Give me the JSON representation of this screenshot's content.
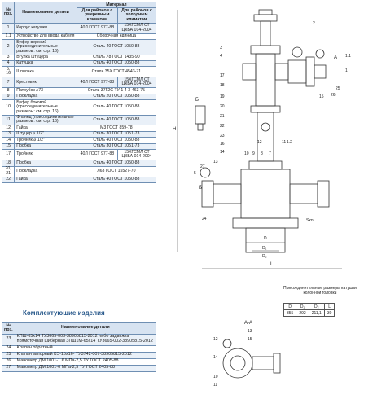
{
  "parts_table": {
    "headers": {
      "num": "№ поз.",
      "name": "Наименование детали",
      "material": "Материал",
      "temperate": "Для районов с умеренным климатом",
      "cold": "Для районов с холодным климатом"
    },
    "rows": [
      {
        "num": "1",
        "name": "Корпус катушки",
        "temperate": "40Л ГОСТ 977-88",
        "cold": "15ХГСМЛ СТ ЦКБА 014-2004",
        "span": false
      },
      {
        "num": "1.1",
        "name": "Устройство для ввода кабеля",
        "material": "Сборочная единица",
        "span": true
      },
      {
        "num": "2",
        "name": "Буфер верхний (присоединительные размеры: см. стр. 16)",
        "material": "Сталь 40 ГОСТ 1050-88",
        "span": true
      },
      {
        "num": "3",
        "name": "Втулка штуцера",
        "material": "Сталь У8 ГОСТ 1435-90",
        "span": true
      },
      {
        "num": "4",
        "name": "Катушка",
        "material": "Сталь 40 ГОСТ 1050-88",
        "span": true
      },
      {
        "num": "5, 16",
        "name": "Шпилька",
        "material": "Сталь 35Х ГОСТ 4543-71",
        "span": true
      },
      {
        "num": "7",
        "name": "Крестовик",
        "temperate": "40Л ГОСТ 977-88",
        "cold": "15ХГСМЛ СТ ЦКБА 014-2004",
        "span": false
      },
      {
        "num": "8",
        "name": "Патрубок ⌀73",
        "material": "Сталь 37Г2С ТУ 1 4-3-463-75",
        "span": true
      },
      {
        "num": "9",
        "name": "Прокладка",
        "material": "Сталь 20 ГОСТ 1050-88",
        "span": true
      },
      {
        "num": "10",
        "name": "Буфер боковой (присоединительные размеры: см. стр. 16)",
        "material": "Сталь 40 ГОСТ 1050-88",
        "span": true
      },
      {
        "num": "11",
        "name": "Фланец (присоединительные размеры: см. стр. 16)",
        "material": "Сталь 40 ГОСТ 1050-88",
        "span": true
      },
      {
        "num": "12",
        "name": "Гайка",
        "material": "М3 ГОСТ 859-78",
        "span": true
      },
      {
        "num": "13",
        "name": "Штуцер ⌀ 1/2\"",
        "material": "Сталь 30 ГОСТ 1051-73",
        "span": true
      },
      {
        "num": "14",
        "name": "Тройник ⌀ 1/2\"",
        "material": "Сталь 40 ГОСТ 1050-88",
        "span": true
      },
      {
        "num": "15",
        "name": "Пробка",
        "material": "Сталь 30 ГОСТ 1051-73",
        "span": true
      },
      {
        "num": "17",
        "name": "Тройник",
        "temperate": "40Л ГОСТ 977-88",
        "cold": "15ХГСМЛ СТ ЦКБА 014-2004",
        "span": false
      },
      {
        "num": "18",
        "name": "Пробка",
        "material": "Сталь 40 ГОСТ 1050-88",
        "span": true
      },
      {
        "num": "20, 21",
        "name": "Прокладка",
        "material": "Л63 ГОСТ 15527-70",
        "span": true
      },
      {
        "num": "22",
        "name": "Гайка",
        "material": "Сталь 40 ГОСТ 1050-88",
        "span": true
      }
    ]
  },
  "kit": {
    "title": "Комплектующие изделия",
    "headers": {
      "num": "№ поз.",
      "name": "Наименование детали"
    },
    "rows": [
      {
        "num": "23",
        "name": "КПШ-65х14 ТУ3665-003-38905815-2012 либо задвижка прямоточная шиберная ЗПШ1М-65х14 ТУ3665-002-38905815-2012"
      },
      {
        "num": "24",
        "name": "Клапан обратный"
      },
      {
        "num": "25",
        "name": "Клапан запорный КЭ-15х16- ТУ3742-007-38905815-2012"
      },
      {
        "num": "26",
        "name": "Манометр ДМ 1001-1 6 МПа-2,5 ТУ ГОСТ 2405-88"
      },
      {
        "num": "27",
        "name": "Манометр ДМ 1001-6 МПа-2,5 ТУ ГОСТ 2405-88"
      }
    ]
  },
  "dims": {
    "caption": "Присоединительные размеры катушки колонной головки",
    "headers": [
      "D",
      "D₁",
      "D₂",
      "L"
    ],
    "values": [
      "355",
      "292",
      "211,1",
      "30"
    ]
  },
  "drawing": {
    "callouts": [
      "2",
      "3",
      "4",
      "1.1",
      "1",
      "17",
      "18",
      "19",
      "20",
      "21",
      "22",
      "23",
      "26",
      "25",
      "15",
      "16",
      "14",
      "13",
      "12",
      "11",
      "10",
      "9",
      "8",
      "7",
      "5",
      "27",
      "24",
      "1.2"
    ],
    "dim_labels": {
      "H": "H",
      "L": "L",
      "D": "D",
      "D1": "D₁",
      "D2": "D₂",
      "sxn": "Sxn"
    },
    "section_marks": {
      "A": "А",
      "B": "Б",
      "AA": "А-А",
      "BB": "Б"
    },
    "section_callouts": [
      "12",
      "13",
      "15",
      "14",
      "10",
      "11"
    ]
  }
}
